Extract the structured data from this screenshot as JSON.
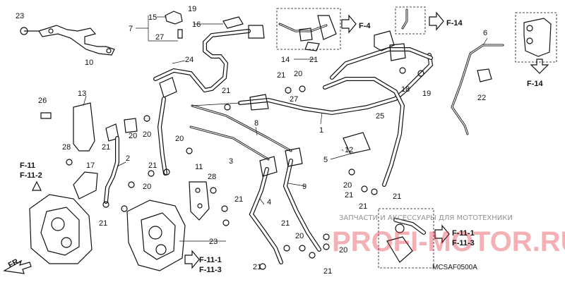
{
  "diagram_code": "MCSAF0500A",
  "watermark": {
    "large": "PROFI-MOTOR.RU",
    "small": "ЗАПЧАСТИ И АКСЕССУАРЫ ДЛЯ МОТОТЕХНИКИ"
  },
  "front_label": "FR.",
  "references": [
    "F-4",
    "F-14",
    "F-14",
    "F-11",
    "F-11-2",
    "F-11-1",
    "F-11-3",
    "F-11-1",
    "F-11-3"
  ],
  "callouts": [
    "23",
    "10",
    "15",
    "7",
    "27",
    "19",
    "16",
    "24",
    "14",
    "21",
    "20",
    "27",
    "21",
    "18",
    "19",
    "6",
    "22",
    "13",
    "26",
    "21",
    "20",
    "20",
    "2",
    "28",
    "17",
    "20",
    "21",
    "21",
    "20",
    "11",
    "28",
    "3",
    "21",
    "23",
    "21",
    "4",
    "21",
    "20",
    "21",
    "8",
    "1",
    "25",
    "12",
    "5",
    "9",
    "21",
    "20",
    "21",
    "21",
    "20",
    "21"
  ]
}
